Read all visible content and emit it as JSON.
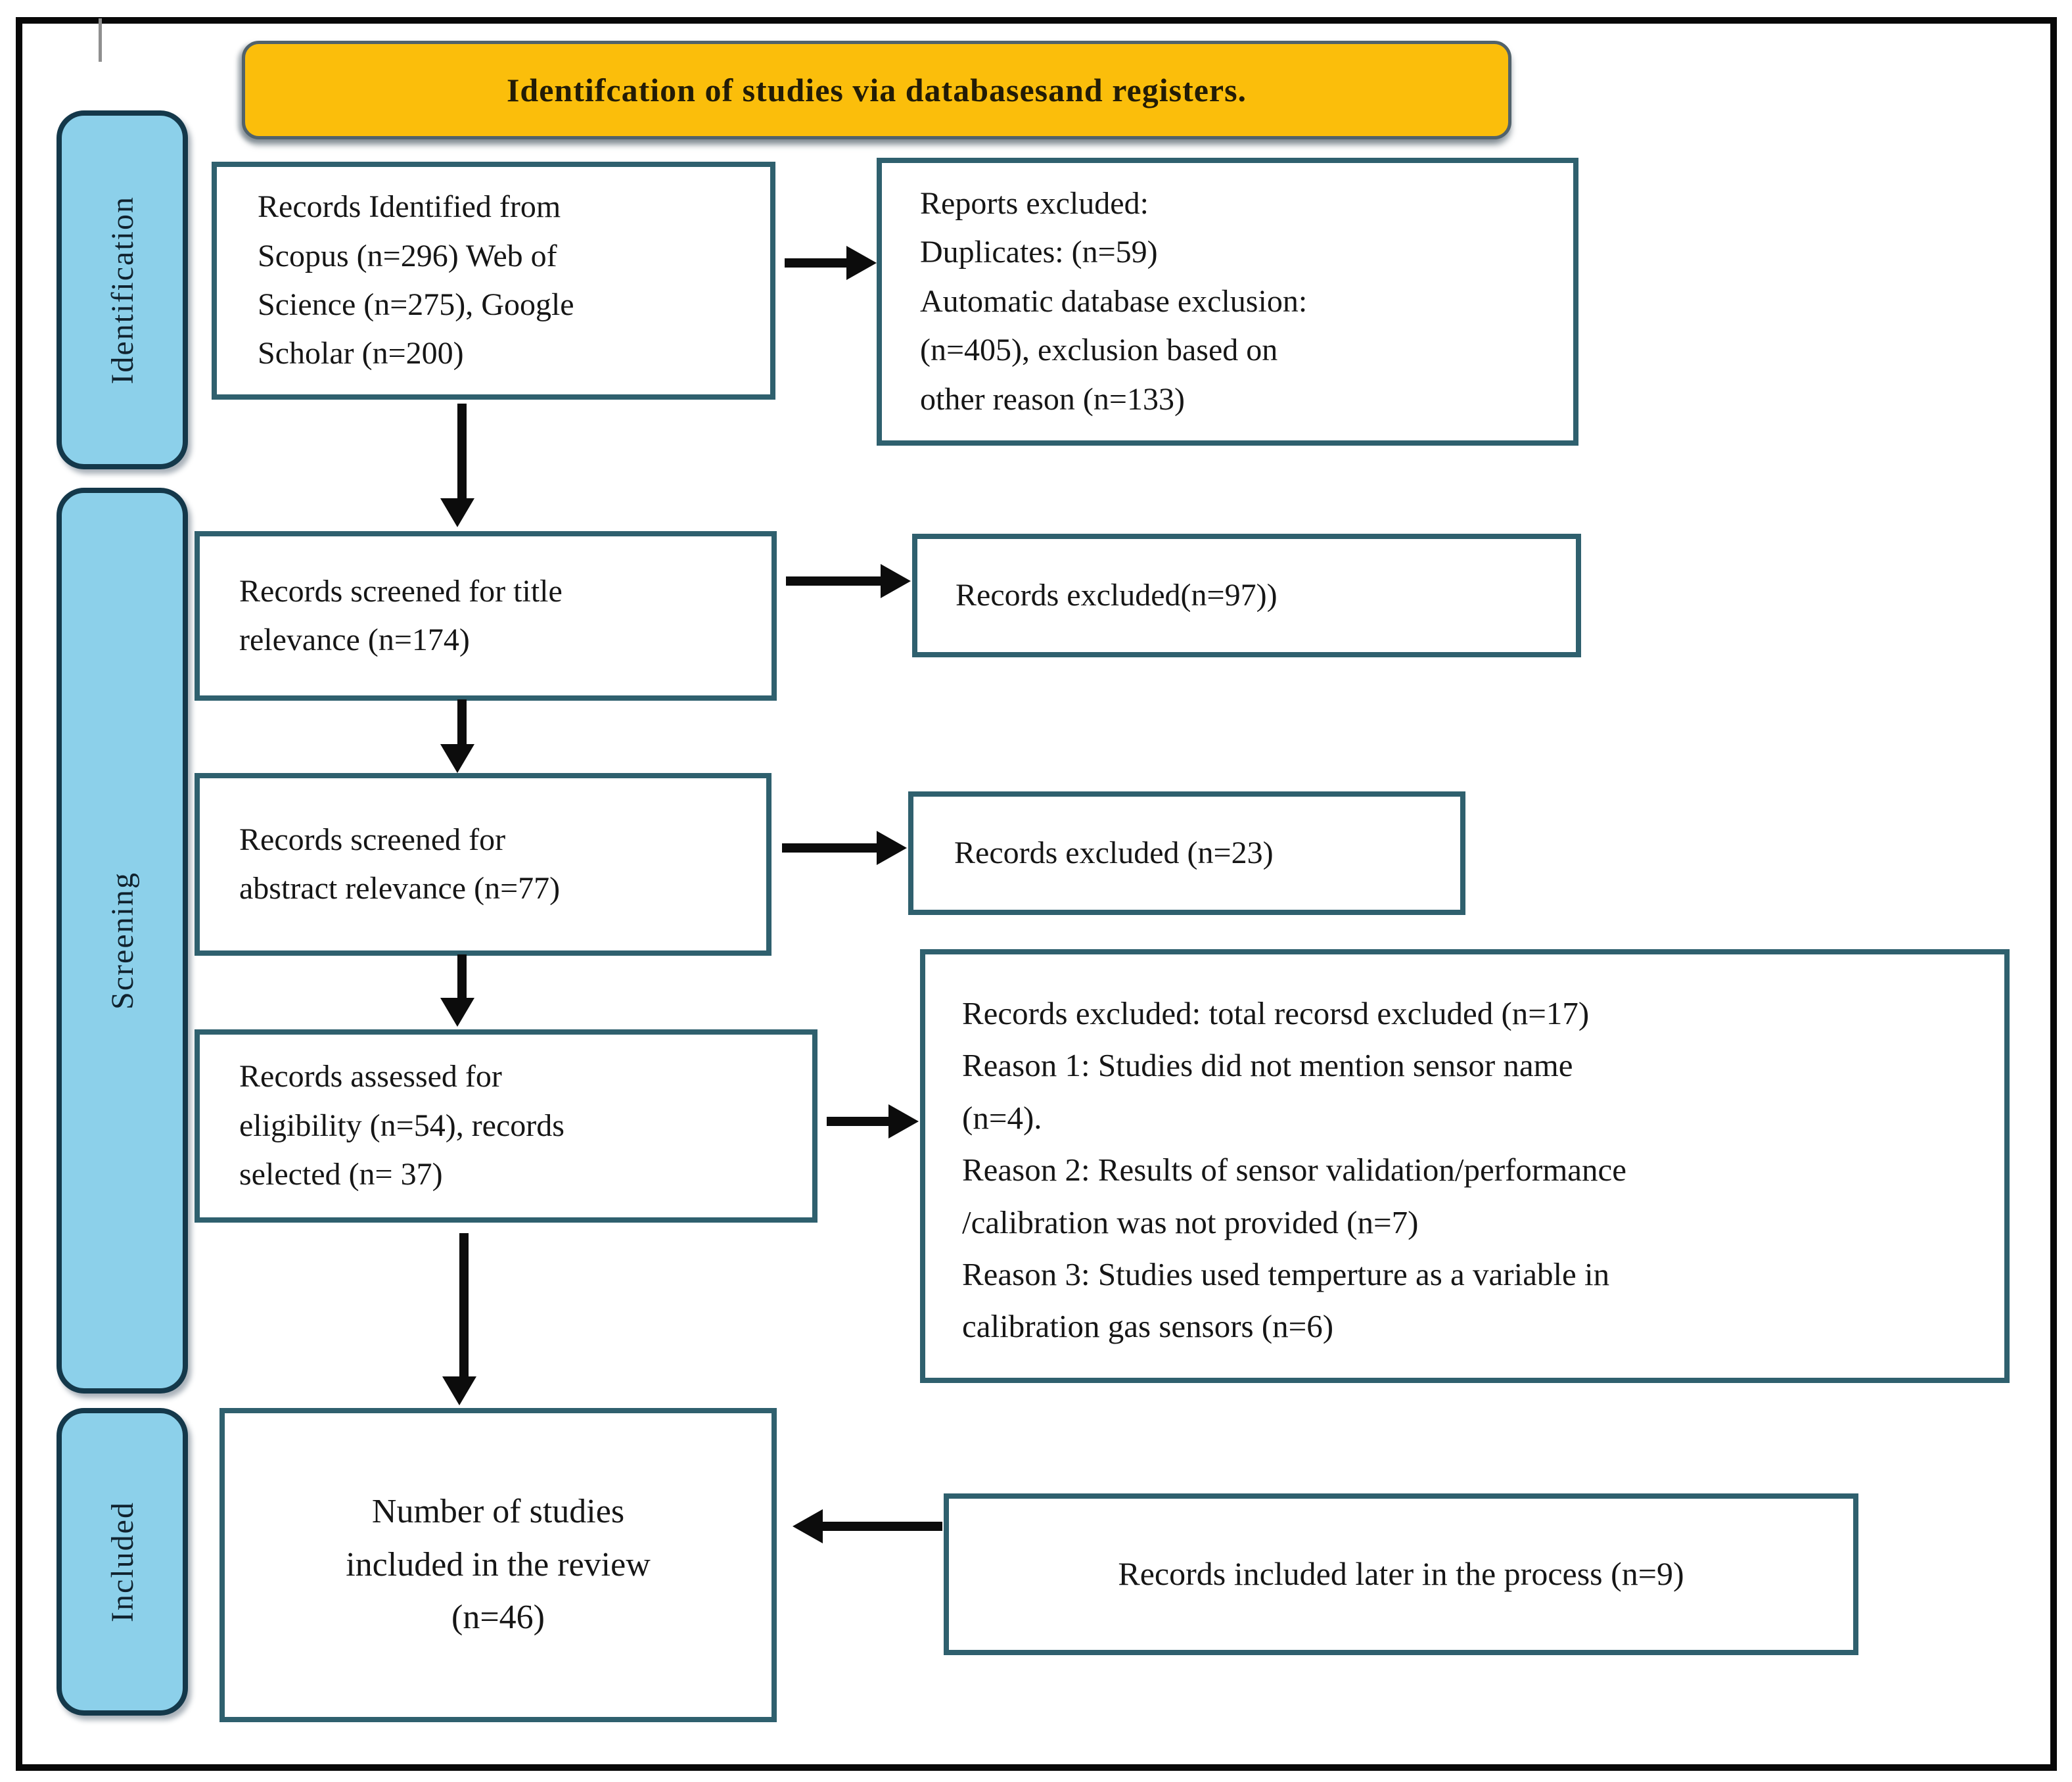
{
  "header": {
    "title": "Identifcation of studies via databasesand registers."
  },
  "stages": [
    {
      "label": "Identification"
    },
    {
      "label": "Screening"
    },
    {
      "label": "Included"
    }
  ],
  "boxes": {
    "records_identified": {
      "text": "Records Identified from\nScopus (n=296) Web of\nScience (n=275), Google\nScholar (n=200)"
    },
    "reports_excluded": {
      "text": "Reports excluded:\nDuplicates: (n=59)\nAutomatic database exclusion:\n(n=405), exclusion based on\nother reason (n=133)"
    },
    "screened_title": {
      "text": "Records screened for title\nrelevance (n=174)"
    },
    "excluded_title": {
      "text": "Records excluded(n=97))"
    },
    "screened_abstract": {
      "text": "Records screened for\nabstract relevance (n=77)"
    },
    "excluded_abstract": {
      "text": "Records excluded (n=23)"
    },
    "assessed_eligibility": {
      "text": "Records assessed for\neligibility (n=54), records\nselected (n= 37)"
    },
    "exclusion_reasons": {
      "text": "Records excluded: total recorsd excluded (n=17)\nReason 1: Studies did not mention sensor name\n(n=4).\nReason 2: Results of sensor validation/performance\n/calibration was not provided (n=7)\nReason 3: Studies used temperture as a variable in\ncalibration gas sensors (n=6)"
    },
    "included_review": {
      "text": "Number of studies\nincluded in the review\n(n=46)"
    },
    "included_later": {
      "text": "Records included later in the process (n=9)"
    }
  },
  "colors": {
    "banner_fill": "#FBBE0B",
    "banner_border": "#51626b",
    "stage_fill": "#8CD0EA",
    "stage_border": "#14384A",
    "flowbox_border": "#2F606E",
    "arrow": "#0C0C0C",
    "outer_frame": "#080808"
  }
}
